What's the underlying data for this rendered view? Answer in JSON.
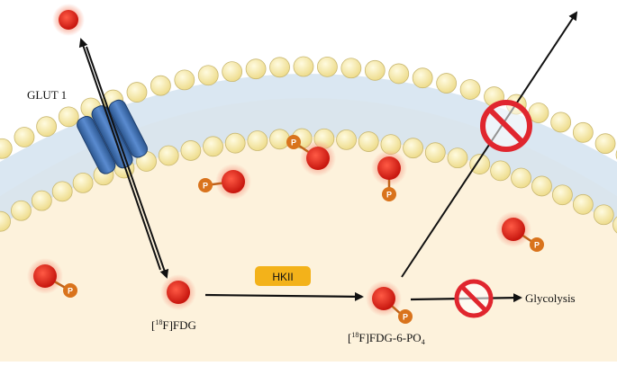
{
  "labels": {
    "transporter": "GLUT 1",
    "enzyme": "HKII",
    "fdg": "[18F]FDG",
    "fdg_prefix": "[",
    "fdg_sup": "18",
    "fdg_suffix": "F]FDG",
    "fdg6p": "[18F]FDG-6-PO4",
    "fdg6p_prefix": "[",
    "fdg6p_sup": "18",
    "fdg6p_mid": "F]FDG-6-PO",
    "fdg6p_sub": "4",
    "glycolysis": "Glycolysis",
    "phosphate": "P"
  },
  "colors": {
    "cytoplasm": "#fdf2dc",
    "bilayer_band": "#d4e3f0",
    "lipid_head": "#f6e8a4",
    "lipid_head_stroke": "#c9b872",
    "fdg_molecule": "#e2261c",
    "molecule_glow": "#f7a08a",
    "phosphate": "#d9731c",
    "glut1": "#3566a8",
    "enzyme_box": "#f3b21a",
    "prohibit": "#e0262e",
    "arrow": "#111111"
  },
  "icons": {
    "blocked": "prohibition-icon",
    "transporter": "glut1-channel-icon"
  }
}
